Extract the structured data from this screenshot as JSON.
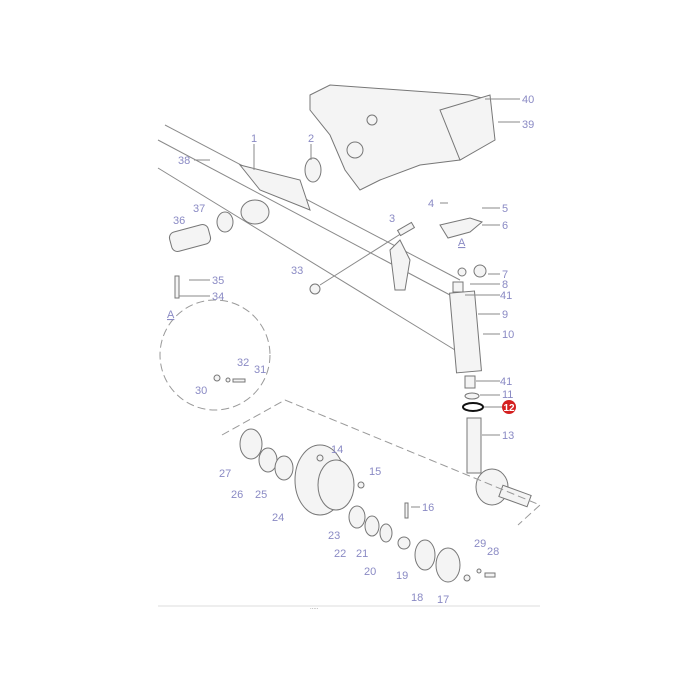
{
  "diagram": {
    "callouts": [
      "1",
      "2",
      "3",
      "4",
      "5",
      "6",
      "7",
      "8",
      "9",
      "10",
      "11",
      "12",
      "13",
      "14",
      "15",
      "16",
      "17",
      "18",
      "19",
      "20",
      "21",
      "22",
      "23",
      "24",
      "25",
      "26",
      "27",
      "28",
      "29",
      "30",
      "31",
      "32",
      "33",
      "34",
      "35",
      "36",
      "37",
      "38",
      "39",
      "40",
      "41",
      "41"
    ],
    "detail_view_label": "A",
    "detail_ref_label": "A",
    "highlighted_callout": "12",
    "highlight_color": "#d42020",
    "label_color": "#8a8ac4",
    "footer_mark": "....."
  }
}
